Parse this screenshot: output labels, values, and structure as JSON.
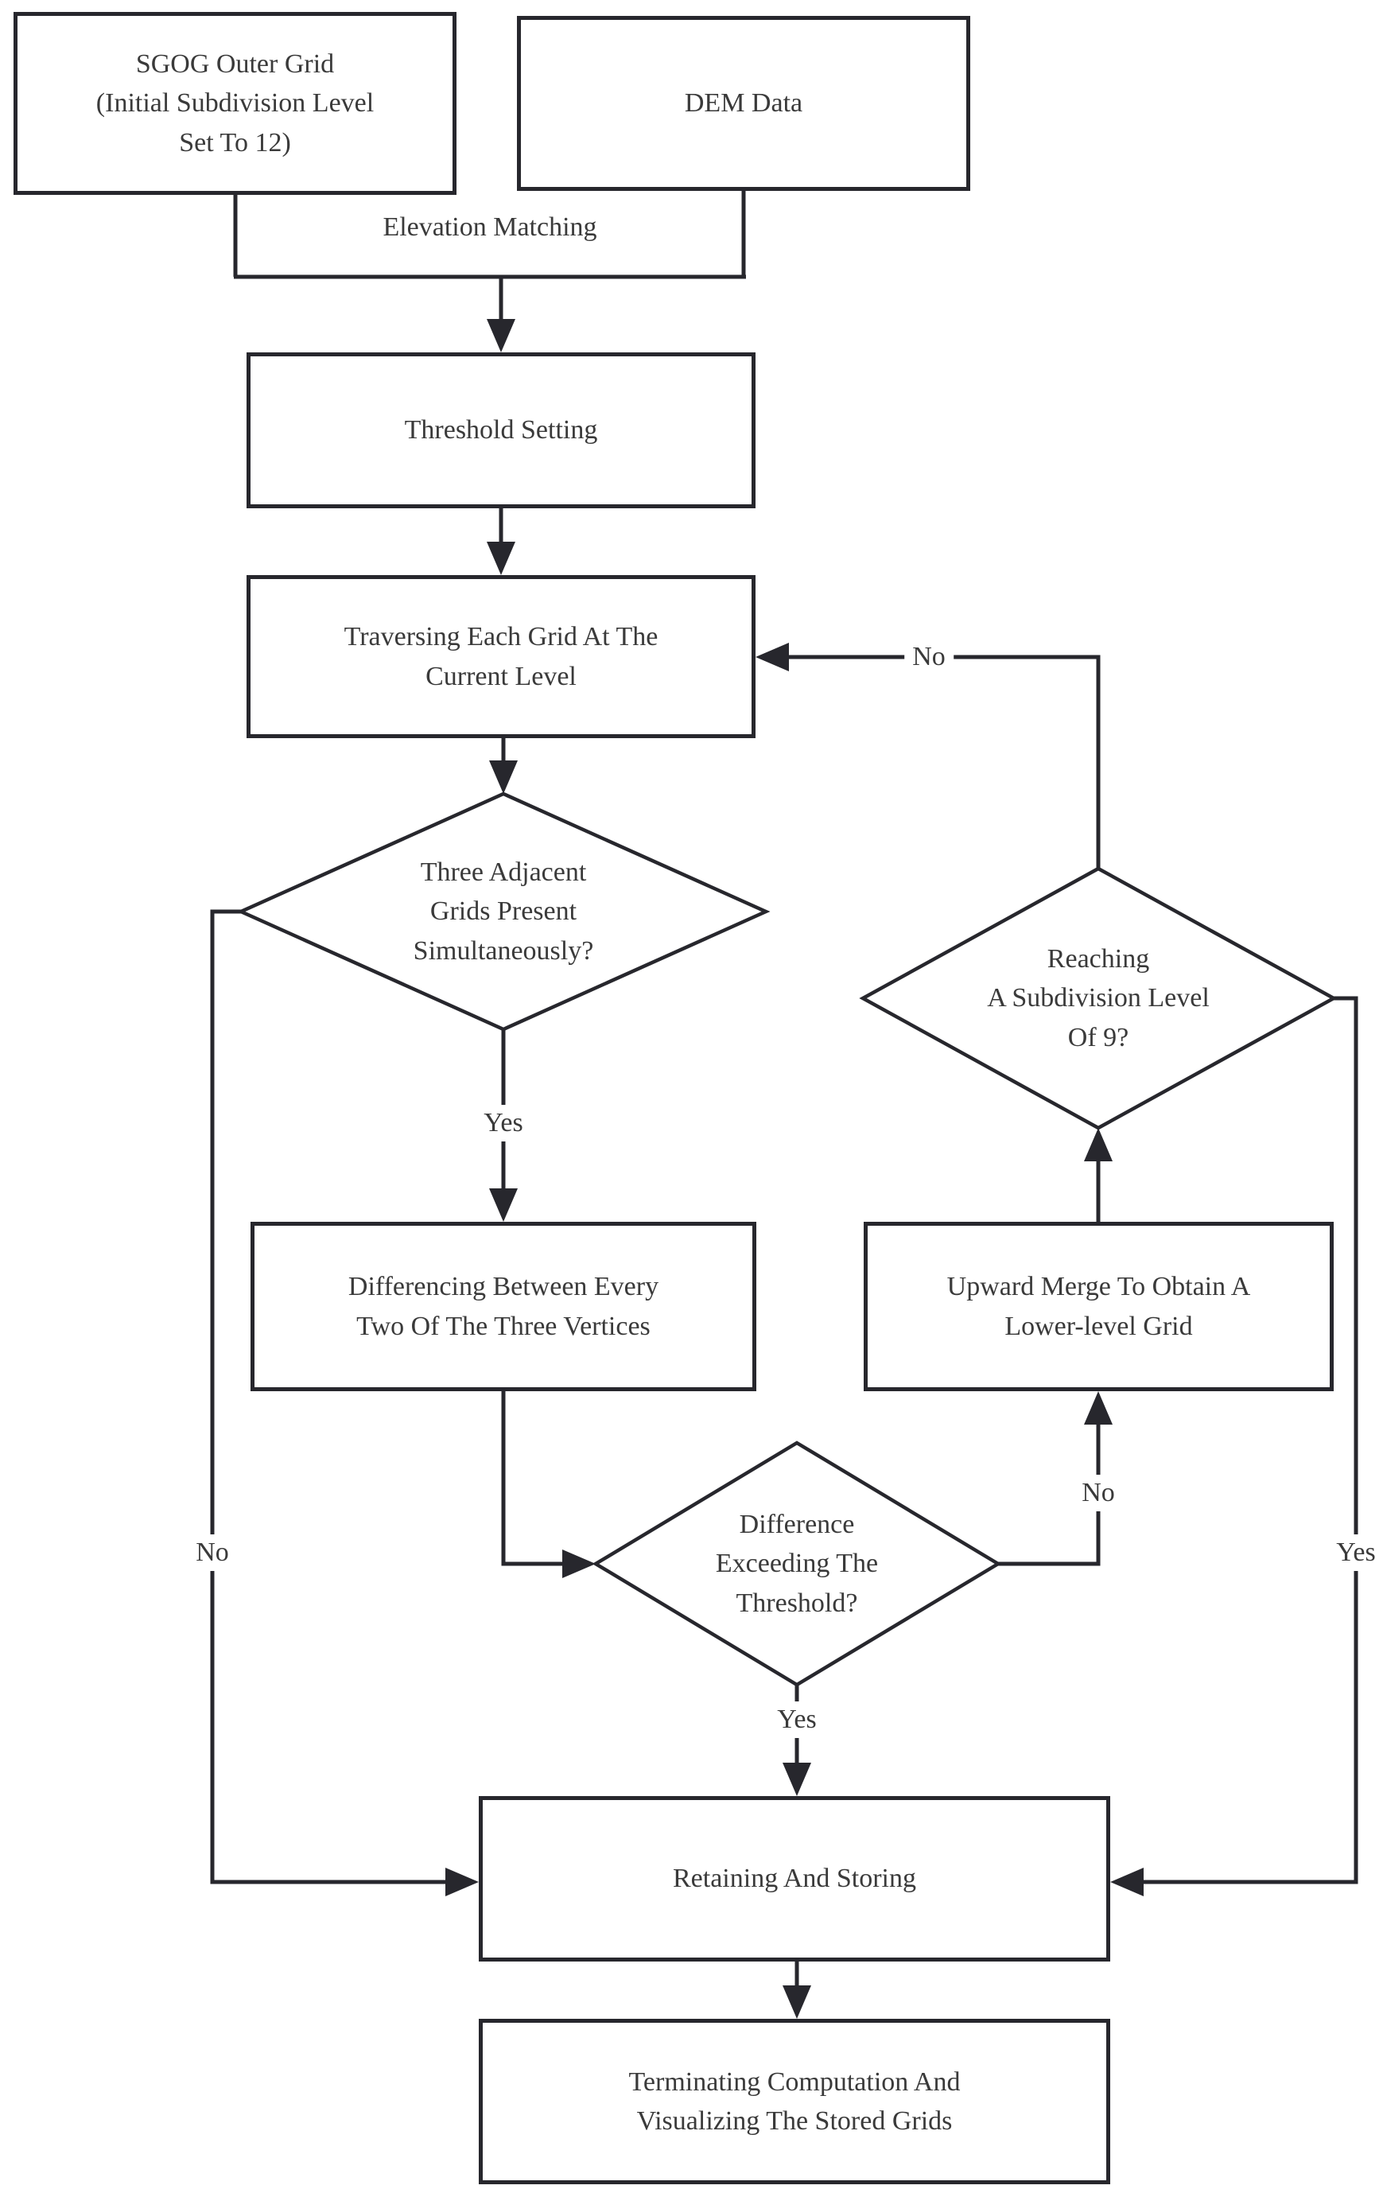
{
  "diagram": {
    "type": "flowchart",
    "colors": {
      "stroke": "#27272d",
      "text": "#3a3a3a",
      "background": "#ffffff"
    },
    "nodes": {
      "sgog_outer_grid": {
        "label": "SGOG Outer Grid\n(Initial Subdivision Level\nSet To 12)",
        "shape": "rect"
      },
      "dem_data": {
        "label": "DEM Data",
        "shape": "rect"
      },
      "threshold_setting": {
        "label": "Threshold Setting",
        "shape": "rect"
      },
      "traversing_each_grid": {
        "label": "Traversing Each Grid At The\nCurrent Level",
        "shape": "rect"
      },
      "three_adjacent_grids": {
        "label": "Three Adjacent\nGrids Present\nSimultaneously?",
        "shape": "diamond"
      },
      "differencing_vertices": {
        "label": "Differencing Between Every\nTwo Of The Three Vertices",
        "shape": "rect"
      },
      "difference_exceeding": {
        "label": "Difference\nExceeding The\nThreshold?",
        "shape": "diamond"
      },
      "upward_merge": {
        "label": "Upward Merge To Obtain A\nLower-level Grid",
        "shape": "rect"
      },
      "reaching_level": {
        "label": "Reaching\nA Subdivision Level\nOf 9?",
        "shape": "diamond"
      },
      "retaining_and_storing": {
        "label": "Retaining And Storing",
        "shape": "rect"
      },
      "terminating_visualizing": {
        "label": "Terminating Computation And\nVisualizing The Stored Grids",
        "shape": "rect"
      }
    },
    "edges": [
      {
        "from": "sgog_outer_grid",
        "to": "threshold_setting",
        "label": "Elevation Matching"
      },
      {
        "from": "dem_data",
        "to": "threshold_setting",
        "label": ""
      },
      {
        "from": "threshold_setting",
        "to": "traversing_each_grid",
        "label": ""
      },
      {
        "from": "traversing_each_grid",
        "to": "three_adjacent_grids",
        "label": ""
      },
      {
        "from": "three_adjacent_grids",
        "to": "differencing_vertices",
        "label": "Yes"
      },
      {
        "from": "three_adjacent_grids",
        "to": "retaining_and_storing",
        "label": "No"
      },
      {
        "from": "differencing_vertices",
        "to": "difference_exceeding",
        "label": ""
      },
      {
        "from": "difference_exceeding",
        "to": "retaining_and_storing",
        "label": "Yes"
      },
      {
        "from": "difference_exceeding",
        "to": "upward_merge",
        "label": "No"
      },
      {
        "from": "upward_merge",
        "to": "reaching_level",
        "label": ""
      },
      {
        "from": "reaching_level",
        "to": "traversing_each_grid",
        "label": "No"
      },
      {
        "from": "reaching_level",
        "to": "retaining_and_storing",
        "label": "Yes"
      },
      {
        "from": "retaining_and_storing",
        "to": "terminating_visualizing",
        "label": ""
      }
    ]
  }
}
